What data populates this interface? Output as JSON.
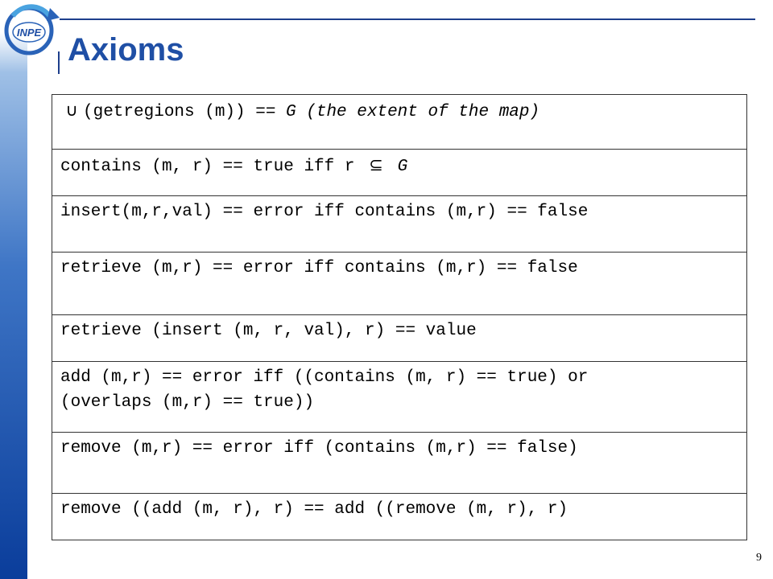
{
  "slide": {
    "title": "Axioms",
    "page_number": "9"
  },
  "logo": {
    "text": "INPE"
  },
  "axioms": [
    {
      "pre": "",
      "symbol": "∪",
      "post": "(getregions (m)) == ",
      "italic": "G (the extent of the map)"
    },
    {
      "pre": "contains (m, r) == true iff r ",
      "symbol": "⊆",
      "post": " ",
      "italic": "G"
    },
    {
      "pre": "insert(m,r,val) == error iff contains (m,r) == false",
      "symbol": "",
      "post": "",
      "italic": ""
    },
    {
      "pre": "retrieve (m,r) == error iff contains (m,r) == false",
      "symbol": "",
      "post": "",
      "italic": ""
    },
    {
      "pre": "retrieve (insert (m, r, val), r) == value",
      "symbol": "",
      "post": "",
      "italic": ""
    },
    {
      "pre": "add (m,r) == error iff ((contains (m, r) == true) or",
      "line2": "(overlaps (m,r) == true))",
      "symbol": "",
      "post": "",
      "italic": ""
    },
    {
      "pre": "remove (m,r) == error iff (contains (m,r) == false)",
      "symbol": "",
      "post": "",
      "italic": ""
    },
    {
      "pre": "remove ((add (m, r), r) == add ((remove (m, r), r)",
      "symbol": "",
      "post": "",
      "italic": ""
    }
  ]
}
